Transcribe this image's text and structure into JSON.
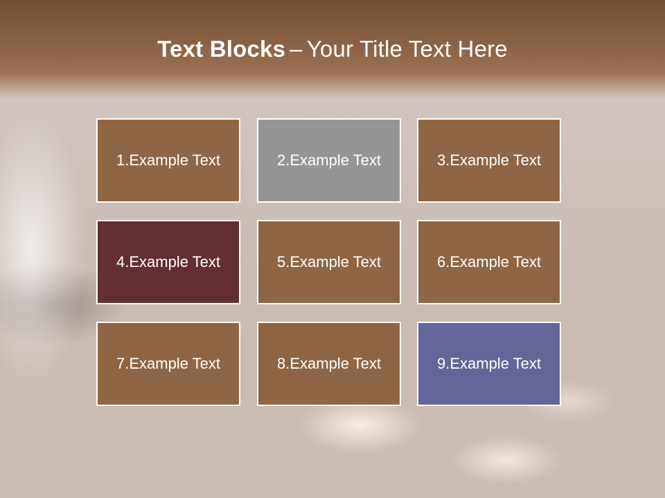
{
  "title": {
    "bold_part": "Text Blocks",
    "separator": "–",
    "rest": "Your Title Text Here"
  },
  "tiles": [
    {
      "label": "1.Example Text",
      "color": "#8e6645"
    },
    {
      "label": "2.Example Text",
      "color": "#959595"
    },
    {
      "label": "3.Example Text",
      "color": "#8e6645"
    },
    {
      "label": "4.Example Text",
      "color": "#632f32"
    },
    {
      "label": "5.Example Text",
      "color": "#8e6645"
    },
    {
      "label": "6.Example Text",
      "color": "#8e6645"
    },
    {
      "label": "7.Example Text",
      "color": "#8e6645"
    },
    {
      "label": "8.Example Text",
      "color": "#8e6645"
    },
    {
      "label": "9.Example Text",
      "color": "#646598"
    }
  ]
}
